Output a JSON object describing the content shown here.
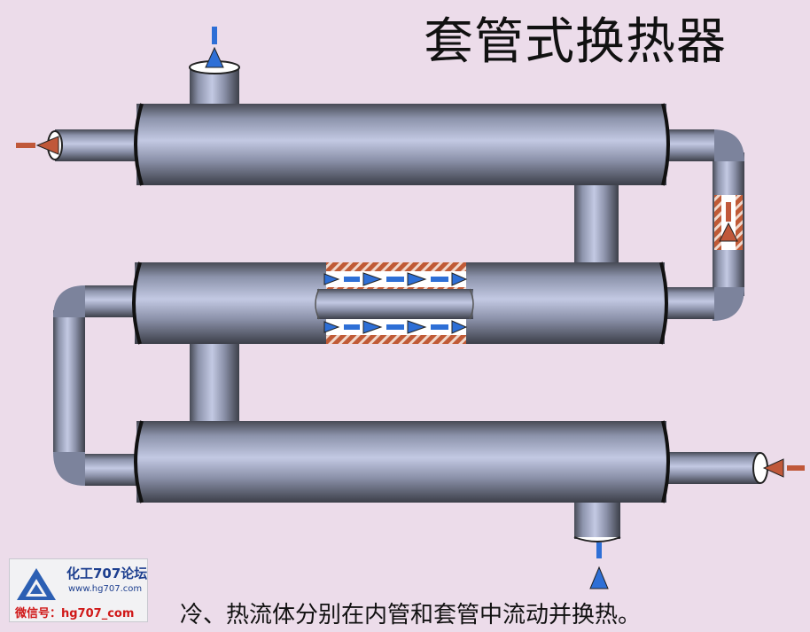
{
  "title": "套管式换热器",
  "caption": "冷、热流体分别在内管和套管中流动并换热。",
  "logo": {
    "name": "化工707论坛",
    "url": "www.hg707.com",
    "wechat": "微信号：hg707_com"
  },
  "colors": {
    "background": "#ecdcea",
    "cold_fluid_arrow": "#2e6fd6",
    "hot_fluid_arrow": "#c0583a",
    "inner_wall_hatch": "#b5482a",
    "pipe_metal": "#8e98b8"
  }
}
